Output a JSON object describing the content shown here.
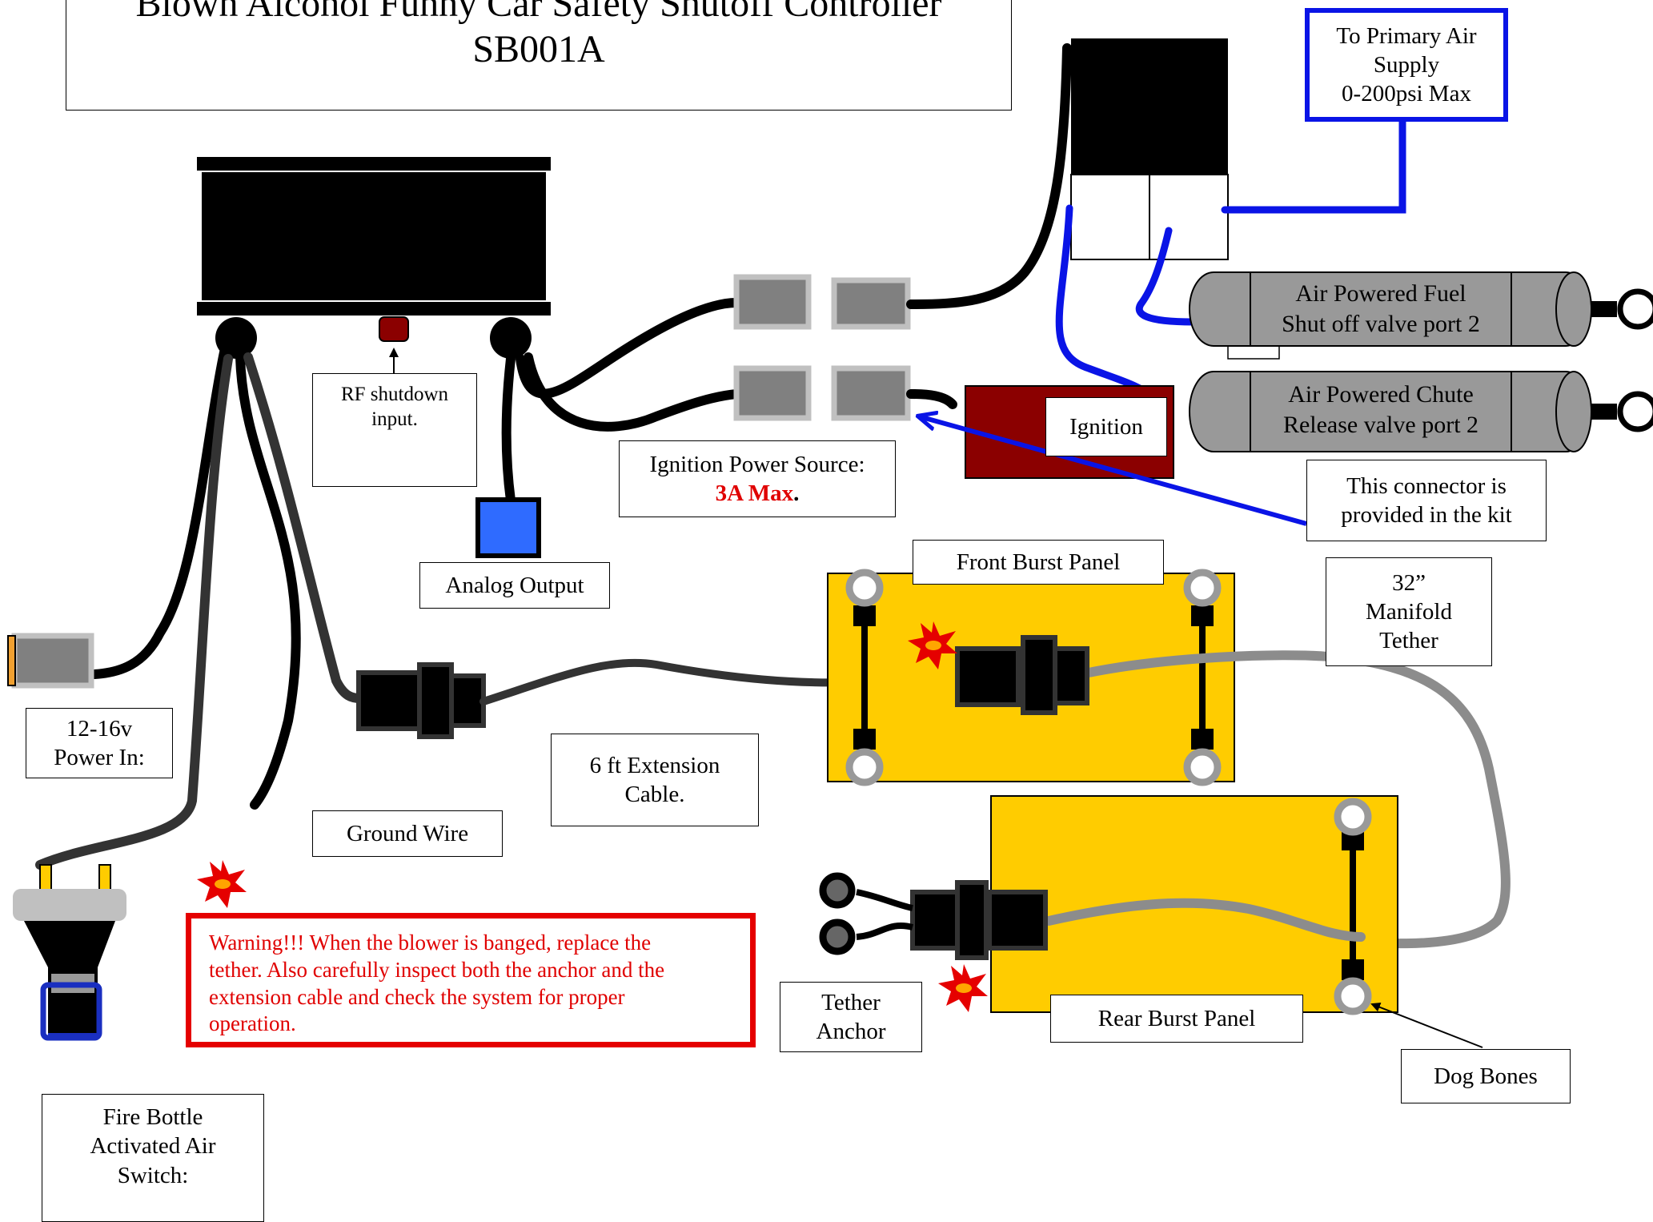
{
  "title": {
    "line1": "Blown Alcohol Funny Car Safety Shutoff Controller",
    "line2": "SB001A"
  },
  "labels": {
    "air_supply": {
      "line1": "To Primary Air",
      "line2": "Supply",
      "line3": "0-200psi Max"
    },
    "fuel_valve": {
      "line1": "Air Powered Fuel",
      "line2": "Shut off valve port 2"
    },
    "chute_valve": {
      "line1": "Air Powered Chute",
      "line2": "Release valve port 2"
    },
    "ignition": "Ignition",
    "connector_note": {
      "line1": "This connector is",
      "line2": "provided in the kit"
    },
    "rf_shutdown": {
      "line1": "RF shutdown",
      "line2": "input."
    },
    "ignition_power": {
      "line1": "Ignition Power Source:",
      "limit": "3A Max",
      "period": "."
    },
    "analog_output": "Analog Output",
    "front_burst_panel": "Front Burst Panel",
    "manifold_tether": {
      "line1": "32”",
      "line2": "Manifold",
      "line3": "Tether"
    },
    "power_in": {
      "line1": "12-16v",
      "line2": "Power In:"
    },
    "extension_cable": {
      "line1": "6 ft Extension",
      "line2": "Cable."
    },
    "ground_wire": "Ground Wire",
    "warning": {
      "line1": "Warning!!!  When the blower is banged, replace the",
      "line2": "tether. Also carefully inspect both the anchor and the",
      "line3": "extension cable and check the system for proper",
      "line4": "operation."
    },
    "tether_anchor": {
      "line1": "Tether",
      "line2": "Anchor"
    },
    "rear_burst_panel": "Rear Burst Panel",
    "dog_bones": "Dog Bones",
    "fire_bottle": {
      "line1": "Fire Bottle",
      "line2": "Activated Air",
      "line3": "Switch:"
    }
  },
  "colors": {
    "air_line": "#0a14e6",
    "warning": "#e50000",
    "burst_panel": "#ffcc00",
    "ignition_box": "#8b0000",
    "analog_output": "#2f6bff",
    "valve_body": "#999999",
    "tether": "#8c8c8c",
    "wire": "#000000"
  },
  "icons": [
    "explosion-icon",
    "arrow-icon",
    "eyelet-icon"
  ]
}
